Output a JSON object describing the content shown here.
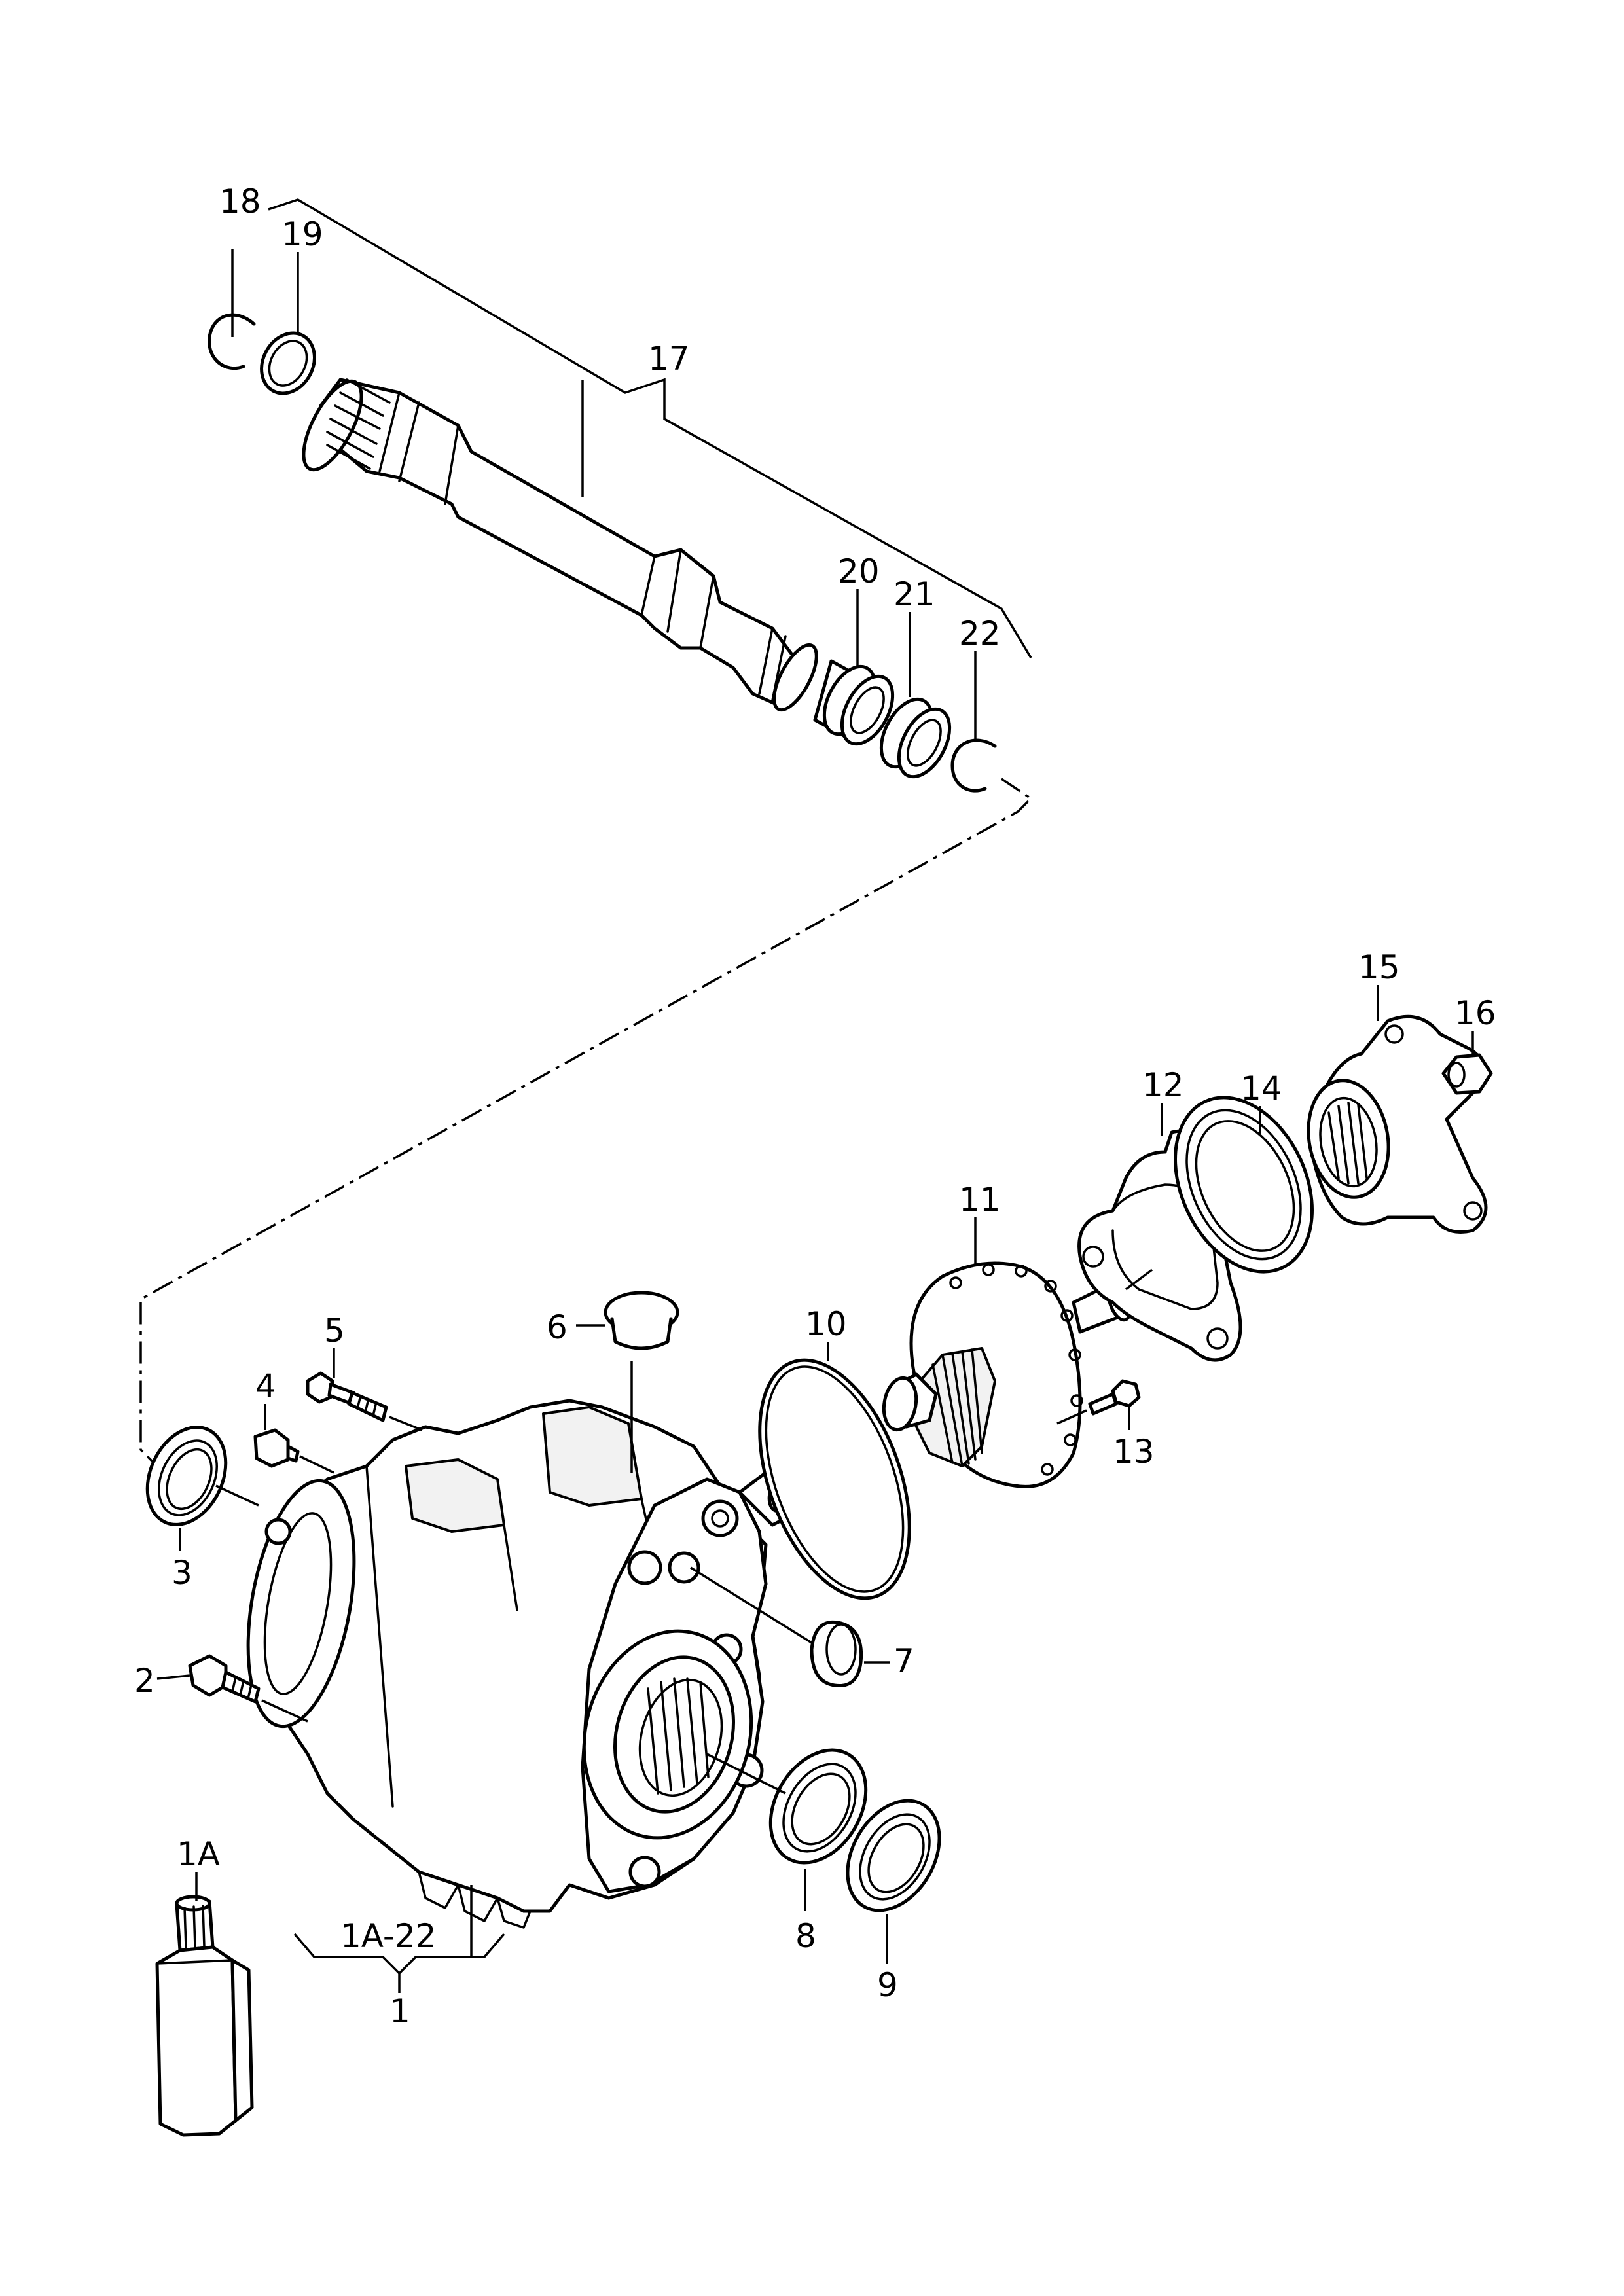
{
  "diagram": {
    "labels": {
      "p1": "1",
      "p1a": "1A",
      "p1a22": "1A-22",
      "p2": "2",
      "p3": "3",
      "p4": "4",
      "p5": "5",
      "p6": "6",
      "p7": "7",
      "p8": "8",
      "p9": "9",
      "p10": "10",
      "p11": "11",
      "p12": "12",
      "p13": "13",
      "p14": "14",
      "p15": "15",
      "p16": "16",
      "p17": "17",
      "p18": "18",
      "p19": "19",
      "p20": "20",
      "p21": "21",
      "p22": "22"
    }
  }
}
